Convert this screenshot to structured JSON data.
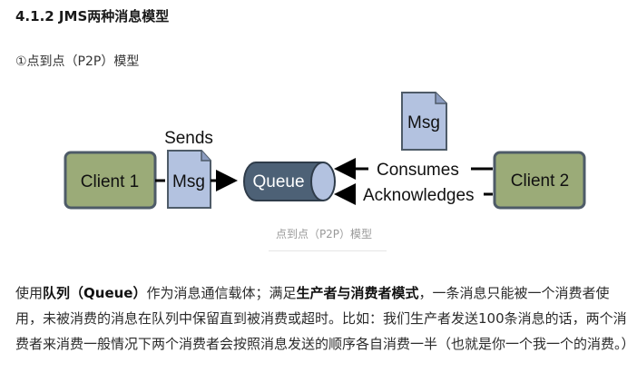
{
  "heading": "4.1.2 JMS两种消息模型",
  "subheading": "①点到点（P2P）模型",
  "diagram": {
    "client1": "Client 1",
    "client2": "Client 2",
    "sends": "Sends",
    "msg_left": "Msg",
    "msg_top": "Msg",
    "queue": "Queue",
    "consumes": "Consumes",
    "acknowledges": "Acknowledges",
    "colors": {
      "client_fill": "#9bab78",
      "client_stroke": "#4e5b68",
      "msg_fill": "#b3c2e0",
      "queue_fill": "#4d6176",
      "queue_end": "#b3c2e0"
    }
  },
  "caption": "点到点（P2P）模型",
  "paragraph": {
    "p1": "使用",
    "b1": "队列（Queue）",
    "p2": "作为消息通信载体；满足",
    "b2": "生产者与消费者模式",
    "p3": "，一条消息只能被一个消费者使用，未被消费的消息在队列中保留直到被消费或超时。比如：我们生产者发送100条消息的话，两个消费者来消费一般情况下两个消费者会按照消息发送的顺序各自消费一半（也就是你一个我一个的消费。）"
  }
}
